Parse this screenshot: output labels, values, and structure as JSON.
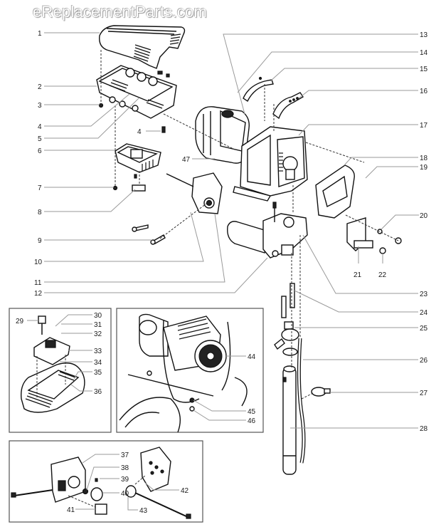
{
  "watermark": "eReplacementParts.com",
  "diagram": {
    "type": "exploded-parts-diagram",
    "subject": "Airless paint sprayer",
    "main_callouts": [
      {
        "id": "1",
        "label": "1"
      },
      {
        "id": "2",
        "label": "2"
      },
      {
        "id": "3",
        "label": "3"
      },
      {
        "id": "4a",
        "label": "4"
      },
      {
        "id": "4b",
        "label": "4"
      },
      {
        "id": "5",
        "label": "5"
      },
      {
        "id": "6",
        "label": "6"
      },
      {
        "id": "7",
        "label": "7"
      },
      {
        "id": "8",
        "label": "8"
      },
      {
        "id": "9",
        "label": "9"
      },
      {
        "id": "10",
        "label": "10"
      },
      {
        "id": "11",
        "label": "11"
      },
      {
        "id": "12",
        "label": "12"
      },
      {
        "id": "13",
        "label": "13"
      },
      {
        "id": "14",
        "label": "14"
      },
      {
        "id": "15",
        "label": "15"
      },
      {
        "id": "16",
        "label": "16"
      },
      {
        "id": "17",
        "label": "17"
      },
      {
        "id": "18",
        "label": "18"
      },
      {
        "id": "19",
        "label": "19"
      },
      {
        "id": "20",
        "label": "20"
      },
      {
        "id": "21",
        "label": "21"
      },
      {
        "id": "22",
        "label": "22"
      },
      {
        "id": "23",
        "label": "23"
      },
      {
        "id": "24",
        "label": "24"
      },
      {
        "id": "25",
        "label": "25"
      },
      {
        "id": "26",
        "label": "26"
      },
      {
        "id": "27",
        "label": "27"
      },
      {
        "id": "28",
        "label": "28"
      },
      {
        "id": "47",
        "label": "47"
      }
    ],
    "insets": [
      {
        "name": "control-board-inset",
        "callouts": [
          "29",
          "30",
          "31",
          "32",
          "33",
          "34",
          "35",
          "36"
        ]
      },
      {
        "name": "frame-inset",
        "callouts": [
          "44",
          "45",
          "46"
        ]
      },
      {
        "name": "control-panel-inset",
        "callouts": [
          "37",
          "38",
          "39",
          "40",
          "41",
          "42",
          "43"
        ]
      }
    ]
  }
}
